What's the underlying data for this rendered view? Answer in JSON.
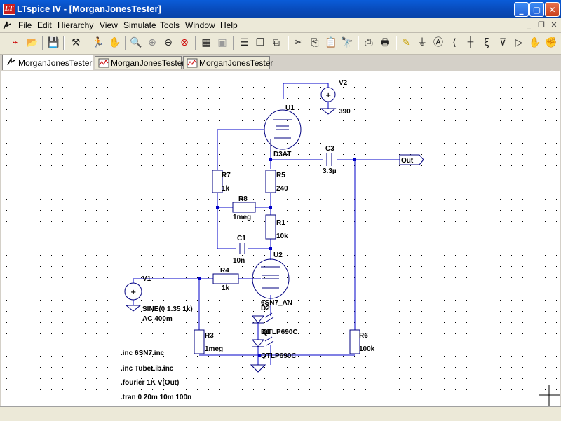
{
  "window": {
    "title": "LTspice IV - [MorganJonesTester]",
    "app_icon_text": "LT",
    "buttons": {
      "minimize": "_",
      "maximize": "▢",
      "close": "✕"
    }
  },
  "menu": {
    "items": [
      "File",
      "Edit",
      "Hierarchy",
      "View",
      "Simulate",
      "Tools",
      "Window",
      "Help"
    ],
    "mdi_buttons": {
      "minimize": "_",
      "restore": "❐",
      "close": "✕"
    }
  },
  "toolbar": {
    "icons": [
      "open-schematic-icon",
      "open-file-icon",
      "save-icon",
      "control-panel-icon",
      "run-icon",
      "halt-icon",
      "zoom-in-icon",
      "zoom-pan-icon",
      "zoom-out-icon",
      "zoom-fit-icon",
      "autorange-icon",
      "zoom-fit-grey-icon",
      "tile-horizontal-icon",
      "cascade-icon",
      "tile-vertical-icon",
      "cut-icon",
      "copy-icon",
      "paste-icon",
      "find-icon",
      "print-setup-icon",
      "print-icon",
      "draw-wire-icon",
      "ground-icon",
      "label-net-icon",
      "resistor-icon",
      "capacitor-icon",
      "inductor-icon",
      "diode-icon",
      "component-icon",
      "move-icon"
    ]
  },
  "tabs": [
    {
      "label": "MorganJonesTester",
      "kind": "schematic",
      "active": true
    },
    {
      "label": "MorganJonesTester",
      "kind": "waveform",
      "active": false
    },
    {
      "label": "MorganJonesTester",
      "kind": "waveform",
      "active": false
    }
  ],
  "schematic": {
    "labels": {
      "v2": "V2",
      "v2_val": "390",
      "u1": "U1",
      "u1_val": "D3AT",
      "c3": "C3",
      "c3_val": "3.3µ",
      "out": "Out",
      "r7": "R7",
      "r7_val": "1k",
      "r5": "R5",
      "r5_val": "240",
      "r8": "R8",
      "r8_val": "1meg",
      "r1": "R1",
      "r1_val": "10k",
      "c1": "C1",
      "c1_val": "10n",
      "u2": "U2",
      "u2_val": "6SN7_AN",
      "v1": "V1",
      "v1_val1": "SINE(0 1.35 1k)",
      "v1_val2": "AC 400m",
      "r4": "R4",
      "r4_val": "1k",
      "d2": "D2",
      "d2_val": "QTLP690C",
      "d1": "D1",
      "d1_val": "QTLP690C",
      "r3": "R3",
      "r3_val": "1meg",
      "r6": "R6",
      "r6_val": "100k"
    },
    "directives": [
      ".inc 6SN7.inc",
      ".inc TubeLib.inc",
      ".fourier 1K V(Out)",
      ".tran 0 20m 10m 100n"
    ]
  },
  "colors": {
    "wire": "#0000c8",
    "title_bar": "#0849b8",
    "background": "#ffffff"
  }
}
